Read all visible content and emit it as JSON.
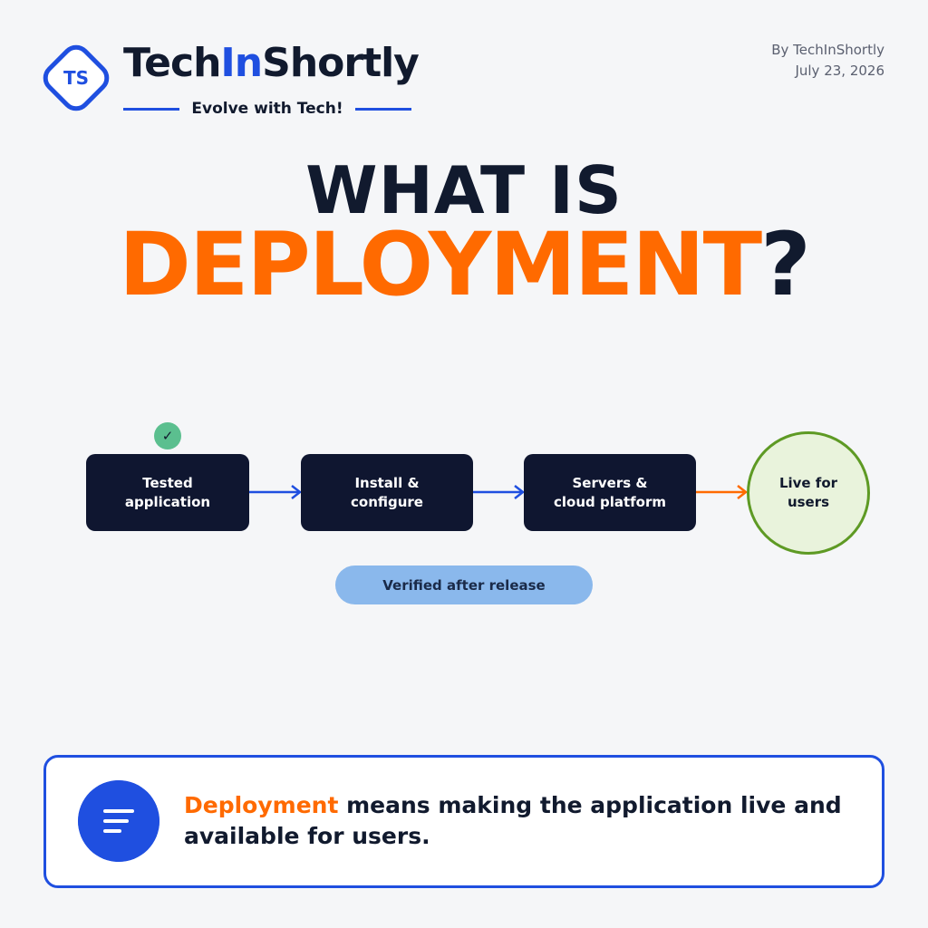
{
  "brand": {
    "logo_initials": "TS",
    "name_part1": "Tech",
    "name_part2": "In",
    "name_part3": "Shortly",
    "tagline": "Evolve with Tech!"
  },
  "byline": {
    "author": "By TechInShortly",
    "date": "July 23, 2026"
  },
  "title": {
    "line1": "WHAT IS",
    "line2_highlight": "DEPLOYMENT",
    "line2_suffix": "?"
  },
  "flow": {
    "check_icon": "check-icon",
    "steps": [
      {
        "label": "Tested\napplication"
      },
      {
        "label": "Install &\nconfigure"
      },
      {
        "label": "Servers &\ncloud platform"
      }
    ],
    "final": {
      "label": "Live for\nusers"
    },
    "verified_label": "Verified after release"
  },
  "definition": {
    "icon": "text-lines-icon",
    "highlight": "Deployment",
    "text": " means making the application live and available for users."
  },
  "colors": {
    "background": "#f5f6f8",
    "dark_navy": "#0f1630",
    "brand_blue": "#1f4fe0",
    "accent_orange": "#ff6a00",
    "success_green": "#5e9a24",
    "check_green": "#5bbf8f",
    "pill_blue": "#8ab8ec"
  }
}
